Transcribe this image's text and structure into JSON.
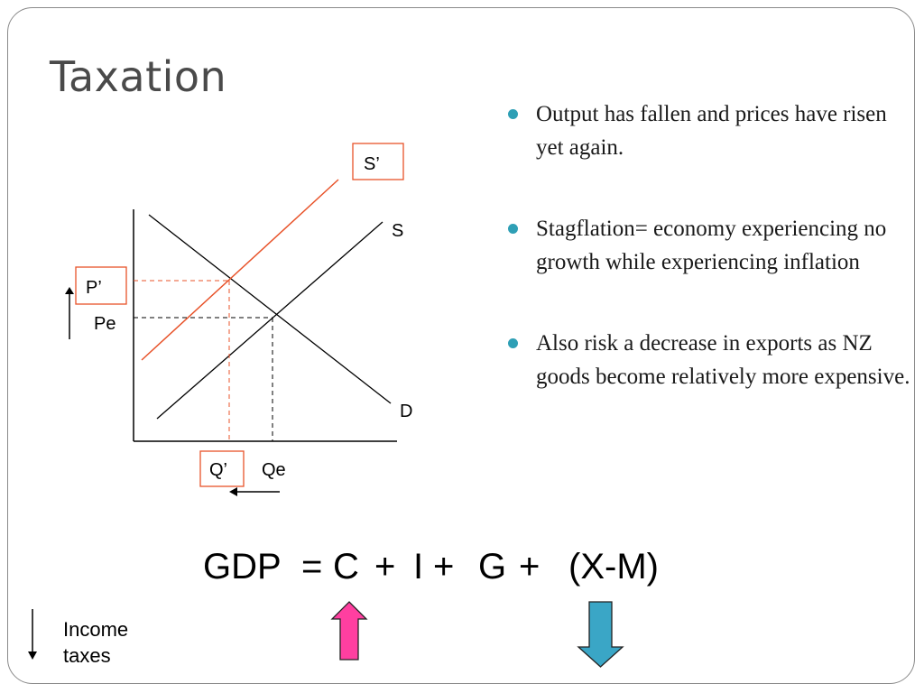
{
  "slide": {
    "title": "Taxation",
    "bullets": [
      "Output has fallen and prices have risen yet again.",
      "Stagflation= economy experiencing no growth while experiencing inflation",
      "Also risk a decrease in exports as NZ goods become relatively more expensive."
    ]
  },
  "diagram": {
    "labels": {
      "s_prime": "S’",
      "s": "S",
      "d": "D",
      "p_prime": "P’",
      "pe": "Pe",
      "q_prime": "Q’",
      "qe": "Qe"
    },
    "colors": {
      "shifted_supply": "#e8532a",
      "axes": "#000000",
      "label_box_border": "#e8532a"
    }
  },
  "equation": {
    "gdp": "GDP",
    "equals": "=",
    "c": "C",
    "plus1": "+",
    "i": "I",
    "plus2": "+",
    "g": "G",
    "plus3": "+",
    "xm": "(X-M)"
  },
  "income_taxes_label": "Income taxes",
  "arrows": {
    "consumption_arrow": {
      "direction": "up",
      "color": "#ff3fa0"
    },
    "net_exports_arrow": {
      "direction": "down",
      "color": "#3aa6c6"
    }
  }
}
